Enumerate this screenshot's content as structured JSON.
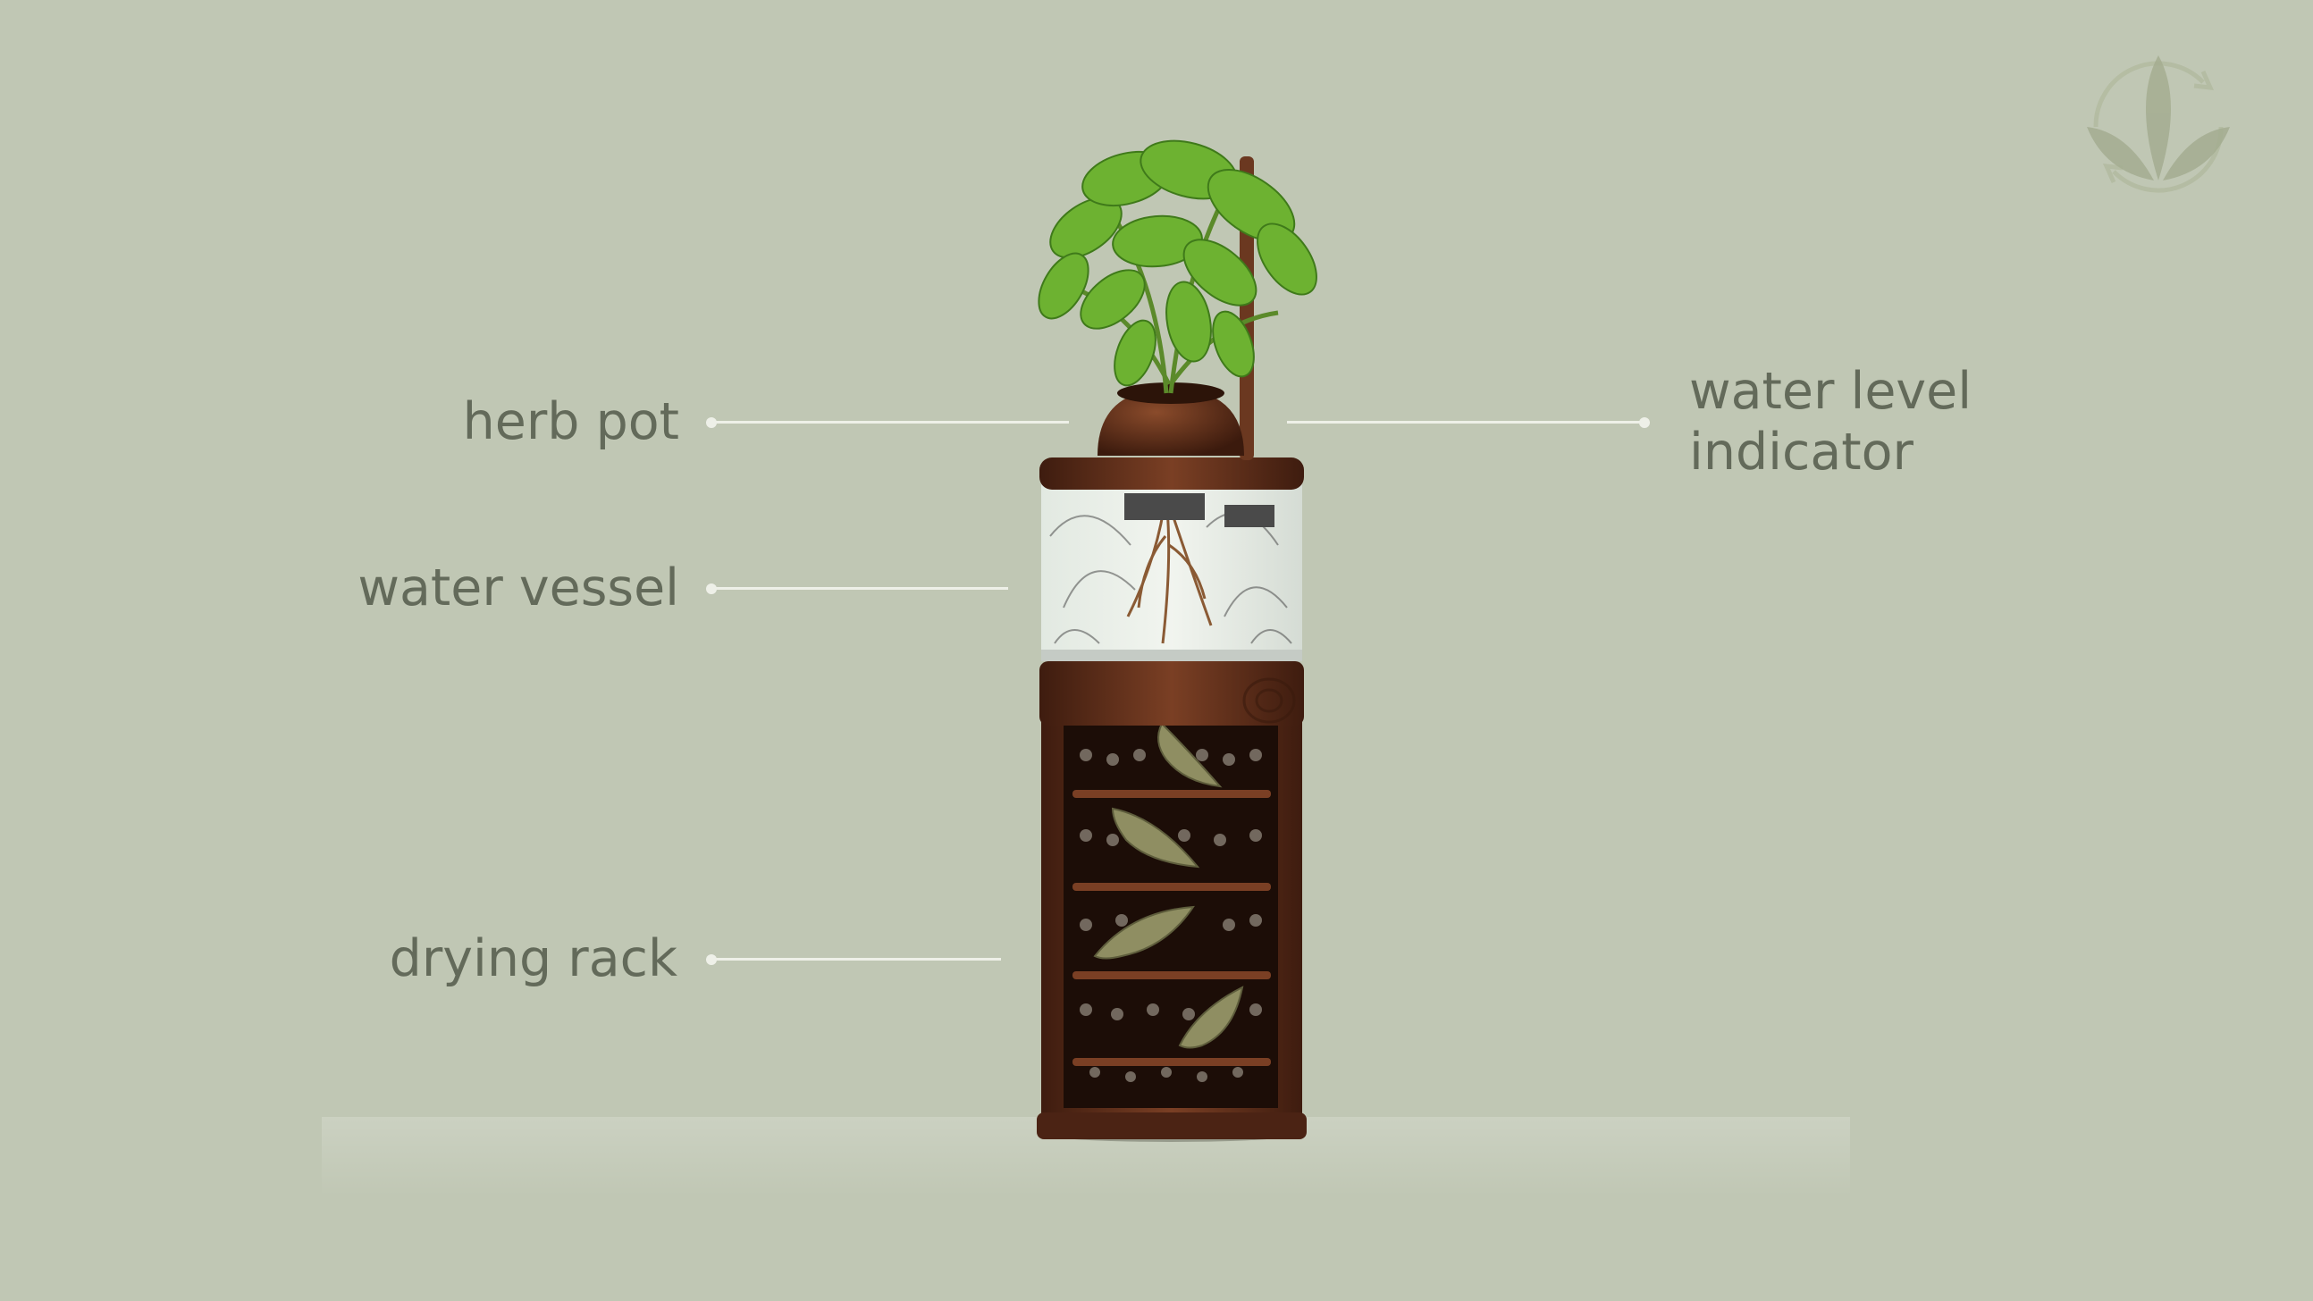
{
  "callouts": {
    "herb_pot": "herb pot",
    "water_vessel": "water vessel",
    "drying_rack": "drying rack",
    "water_level_line1": "water level",
    "water_level_line2": "indicator"
  },
  "colors": {
    "background": "#c0c7b4",
    "label_text": "#636a5a",
    "leader_line": "#eef0e8",
    "wood": "#5c2f1c",
    "wood_dark": "#3e1c0f",
    "leaf_green": "#5fa12b",
    "dried_leaf": "#8a8a60",
    "logo": "#a8b196"
  },
  "icons": {
    "logo": "leaf-recycle-icon"
  }
}
